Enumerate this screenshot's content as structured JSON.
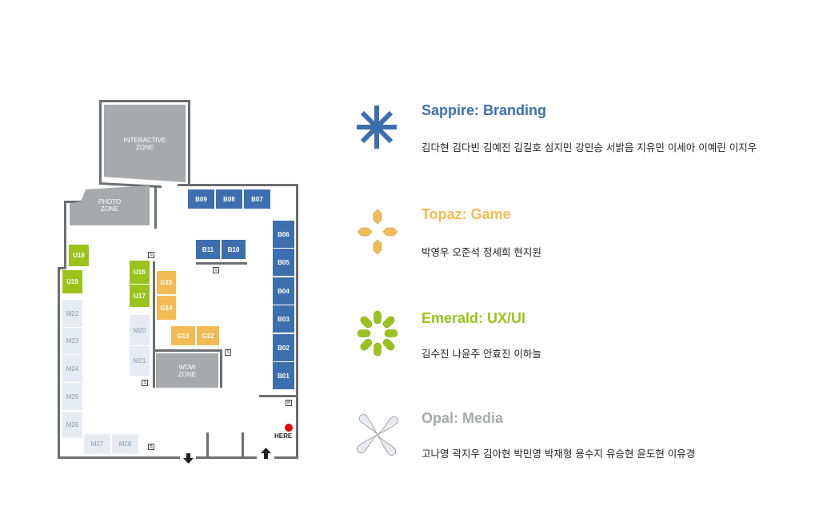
{
  "map": {
    "zones": {
      "interactive": "INTERACTIVE\nZONE",
      "photo": "PHOTO\nZONE",
      "wow": "WOW\nZONE"
    },
    "booths": {
      "B09": "B09",
      "B08": "B08",
      "B07": "B07",
      "B06": "B06",
      "B05": "B05",
      "B04": "B04",
      "B03": "B03",
      "B02": "B02",
      "B01": "B01",
      "B11": "B11",
      "B10": "B10",
      "U18": "U18",
      "U19": "U19",
      "U16": "U16",
      "U17": "U17",
      "G15": "G15",
      "G14": "G14",
      "G13": "G13",
      "G12": "G12",
      "M20": "M20",
      "M21": "M21",
      "M22": "M22",
      "M23": "M23",
      "M24": "M24",
      "M25": "M25",
      "M26": "M26",
      "M27": "M27",
      "M28": "M28"
    },
    "markers": {
      "s": "S",
      "b": "B",
      "w": "W"
    },
    "here": "HERE"
  },
  "legend": [
    {
      "title": "Sappire: Branding",
      "color": "#3d6fae",
      "names": "김다현 김다빈 김예진 김길호 심지민 강민승 서밝음 지유민 이세아 이예린 이지우",
      "icon": "asterisk-icon"
    },
    {
      "title": "Topaz: Game",
      "color": "#f2bb55",
      "names": "박영우 오준석 정세희 현지원",
      "icon": "dpad-icon"
    },
    {
      "title": "Emerald: UX/UI",
      "color": "#9ac31c",
      "names": "김수진 나윤주 안효진 이하늘",
      "icon": "spinner-icon"
    },
    {
      "title": "Opal: Media",
      "color": "#a7a9ac",
      "names": "고나영 곽지우 김아현 박민영 박재형 용수지 유승현 윤도현 이유경",
      "icon": "x-petal-icon"
    }
  ]
}
